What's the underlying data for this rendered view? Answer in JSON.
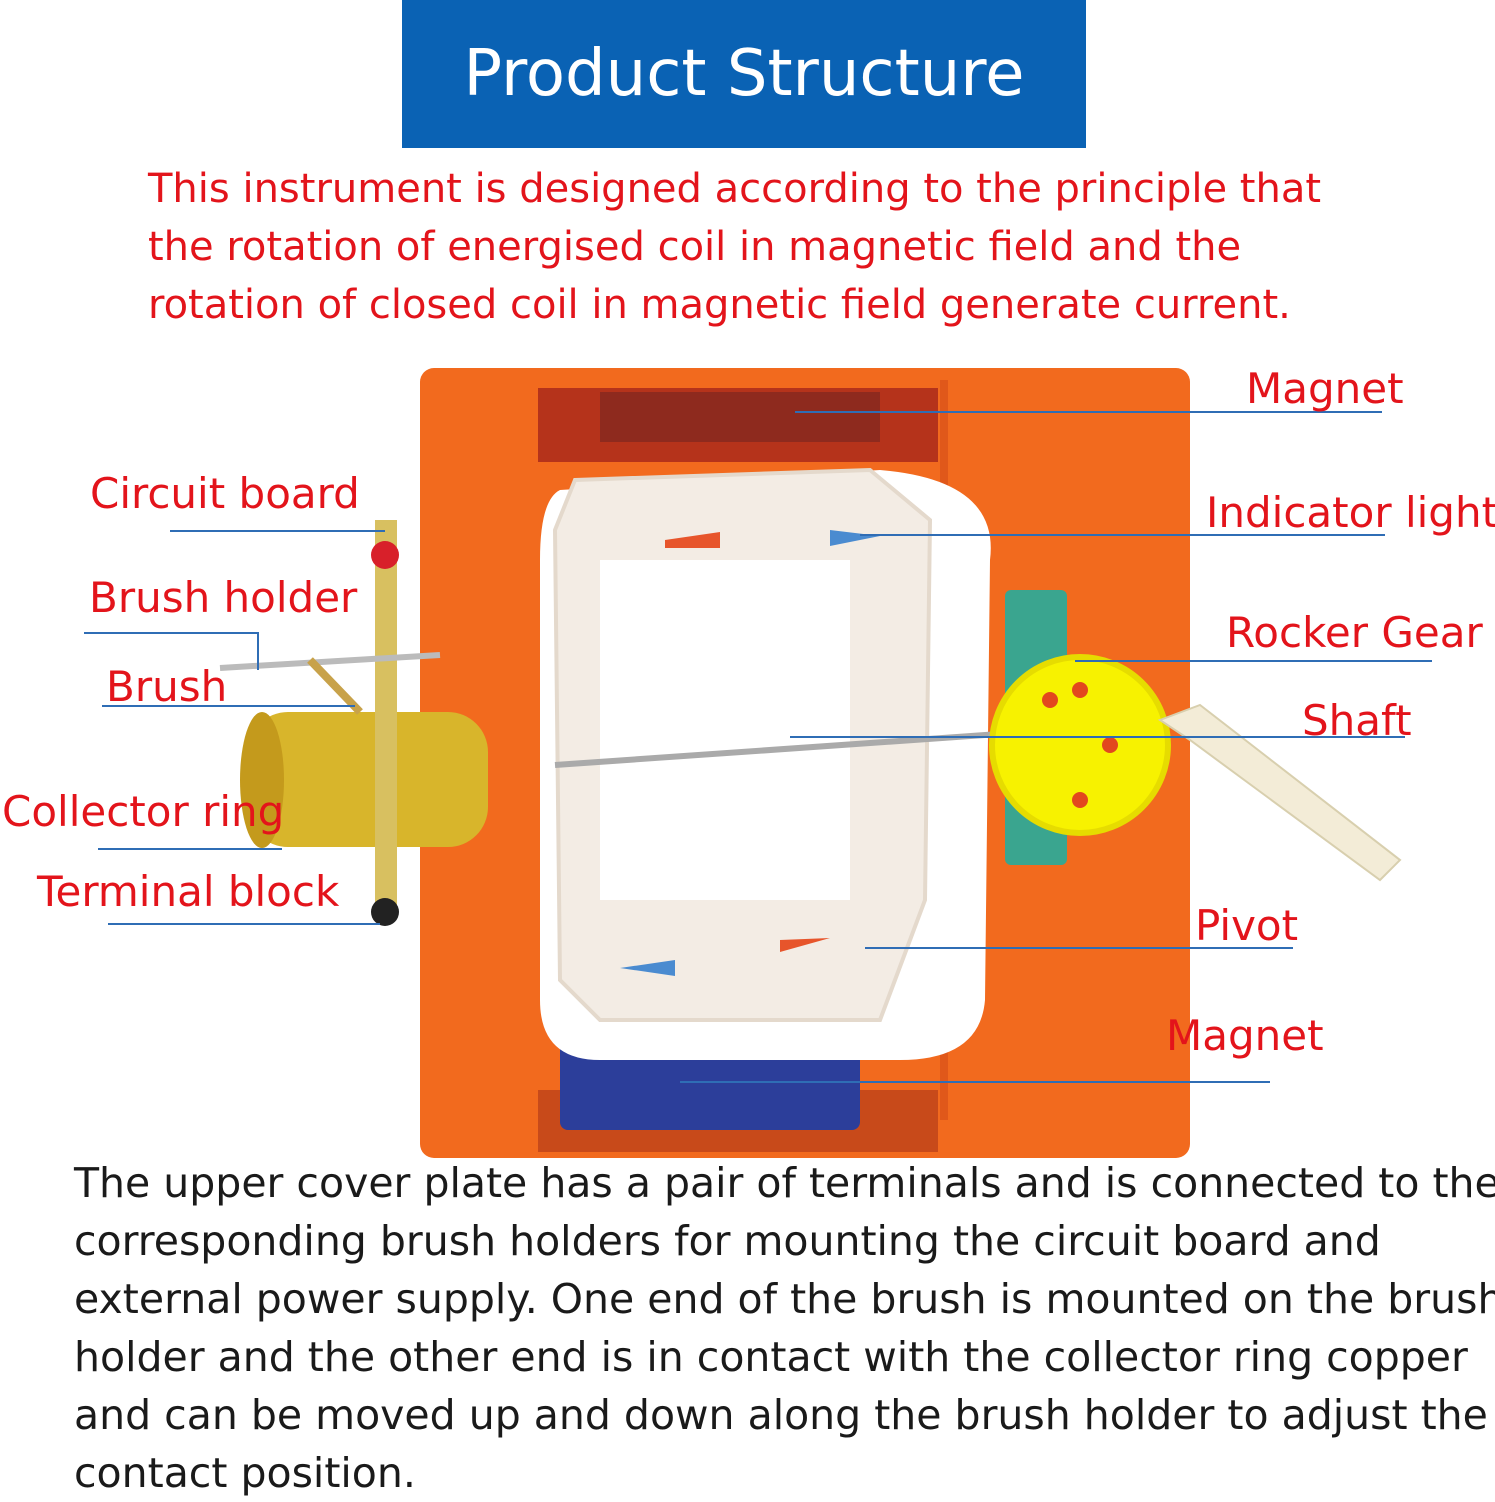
{
  "header": {
    "title": "Product Structure"
  },
  "intro": {
    "lines": [
      "This instrument is designed according to the principle that",
      "the rotation of energised coil in magnetic field and the",
      "rotation of closed coil in magnetic field generate current."
    ]
  },
  "labels": {
    "magnet_top": "Magnet",
    "circuit_board": "Circuit board",
    "indicator_light": "Indicator light",
    "brush_holder": "Brush holder",
    "rocker_gear": "Rocker Gear",
    "brush": "Brush",
    "shaft": "Shaft",
    "collector_ring": "Collector ring",
    "terminal_block": "Terminal block",
    "pivot": "Pivot",
    "magnet_bottom": "Magnet"
  },
  "description": {
    "lines": [
      "The upper cover plate has a pair of terminals and is connected to the",
      "corresponding brush holders for mounting the circuit board and",
      "external power supply. One end of the brush is mounted on the brush",
      "holder and the other end is in contact with the collector ring copper",
      "and can be moved up and down along the brush holder to adjust the",
      "contact position."
    ]
  },
  "colors": {
    "banner": "#0a62b4",
    "label_text": "#e3141b",
    "leader_line": "#2f6db5",
    "frame": "#f26a1e"
  }
}
